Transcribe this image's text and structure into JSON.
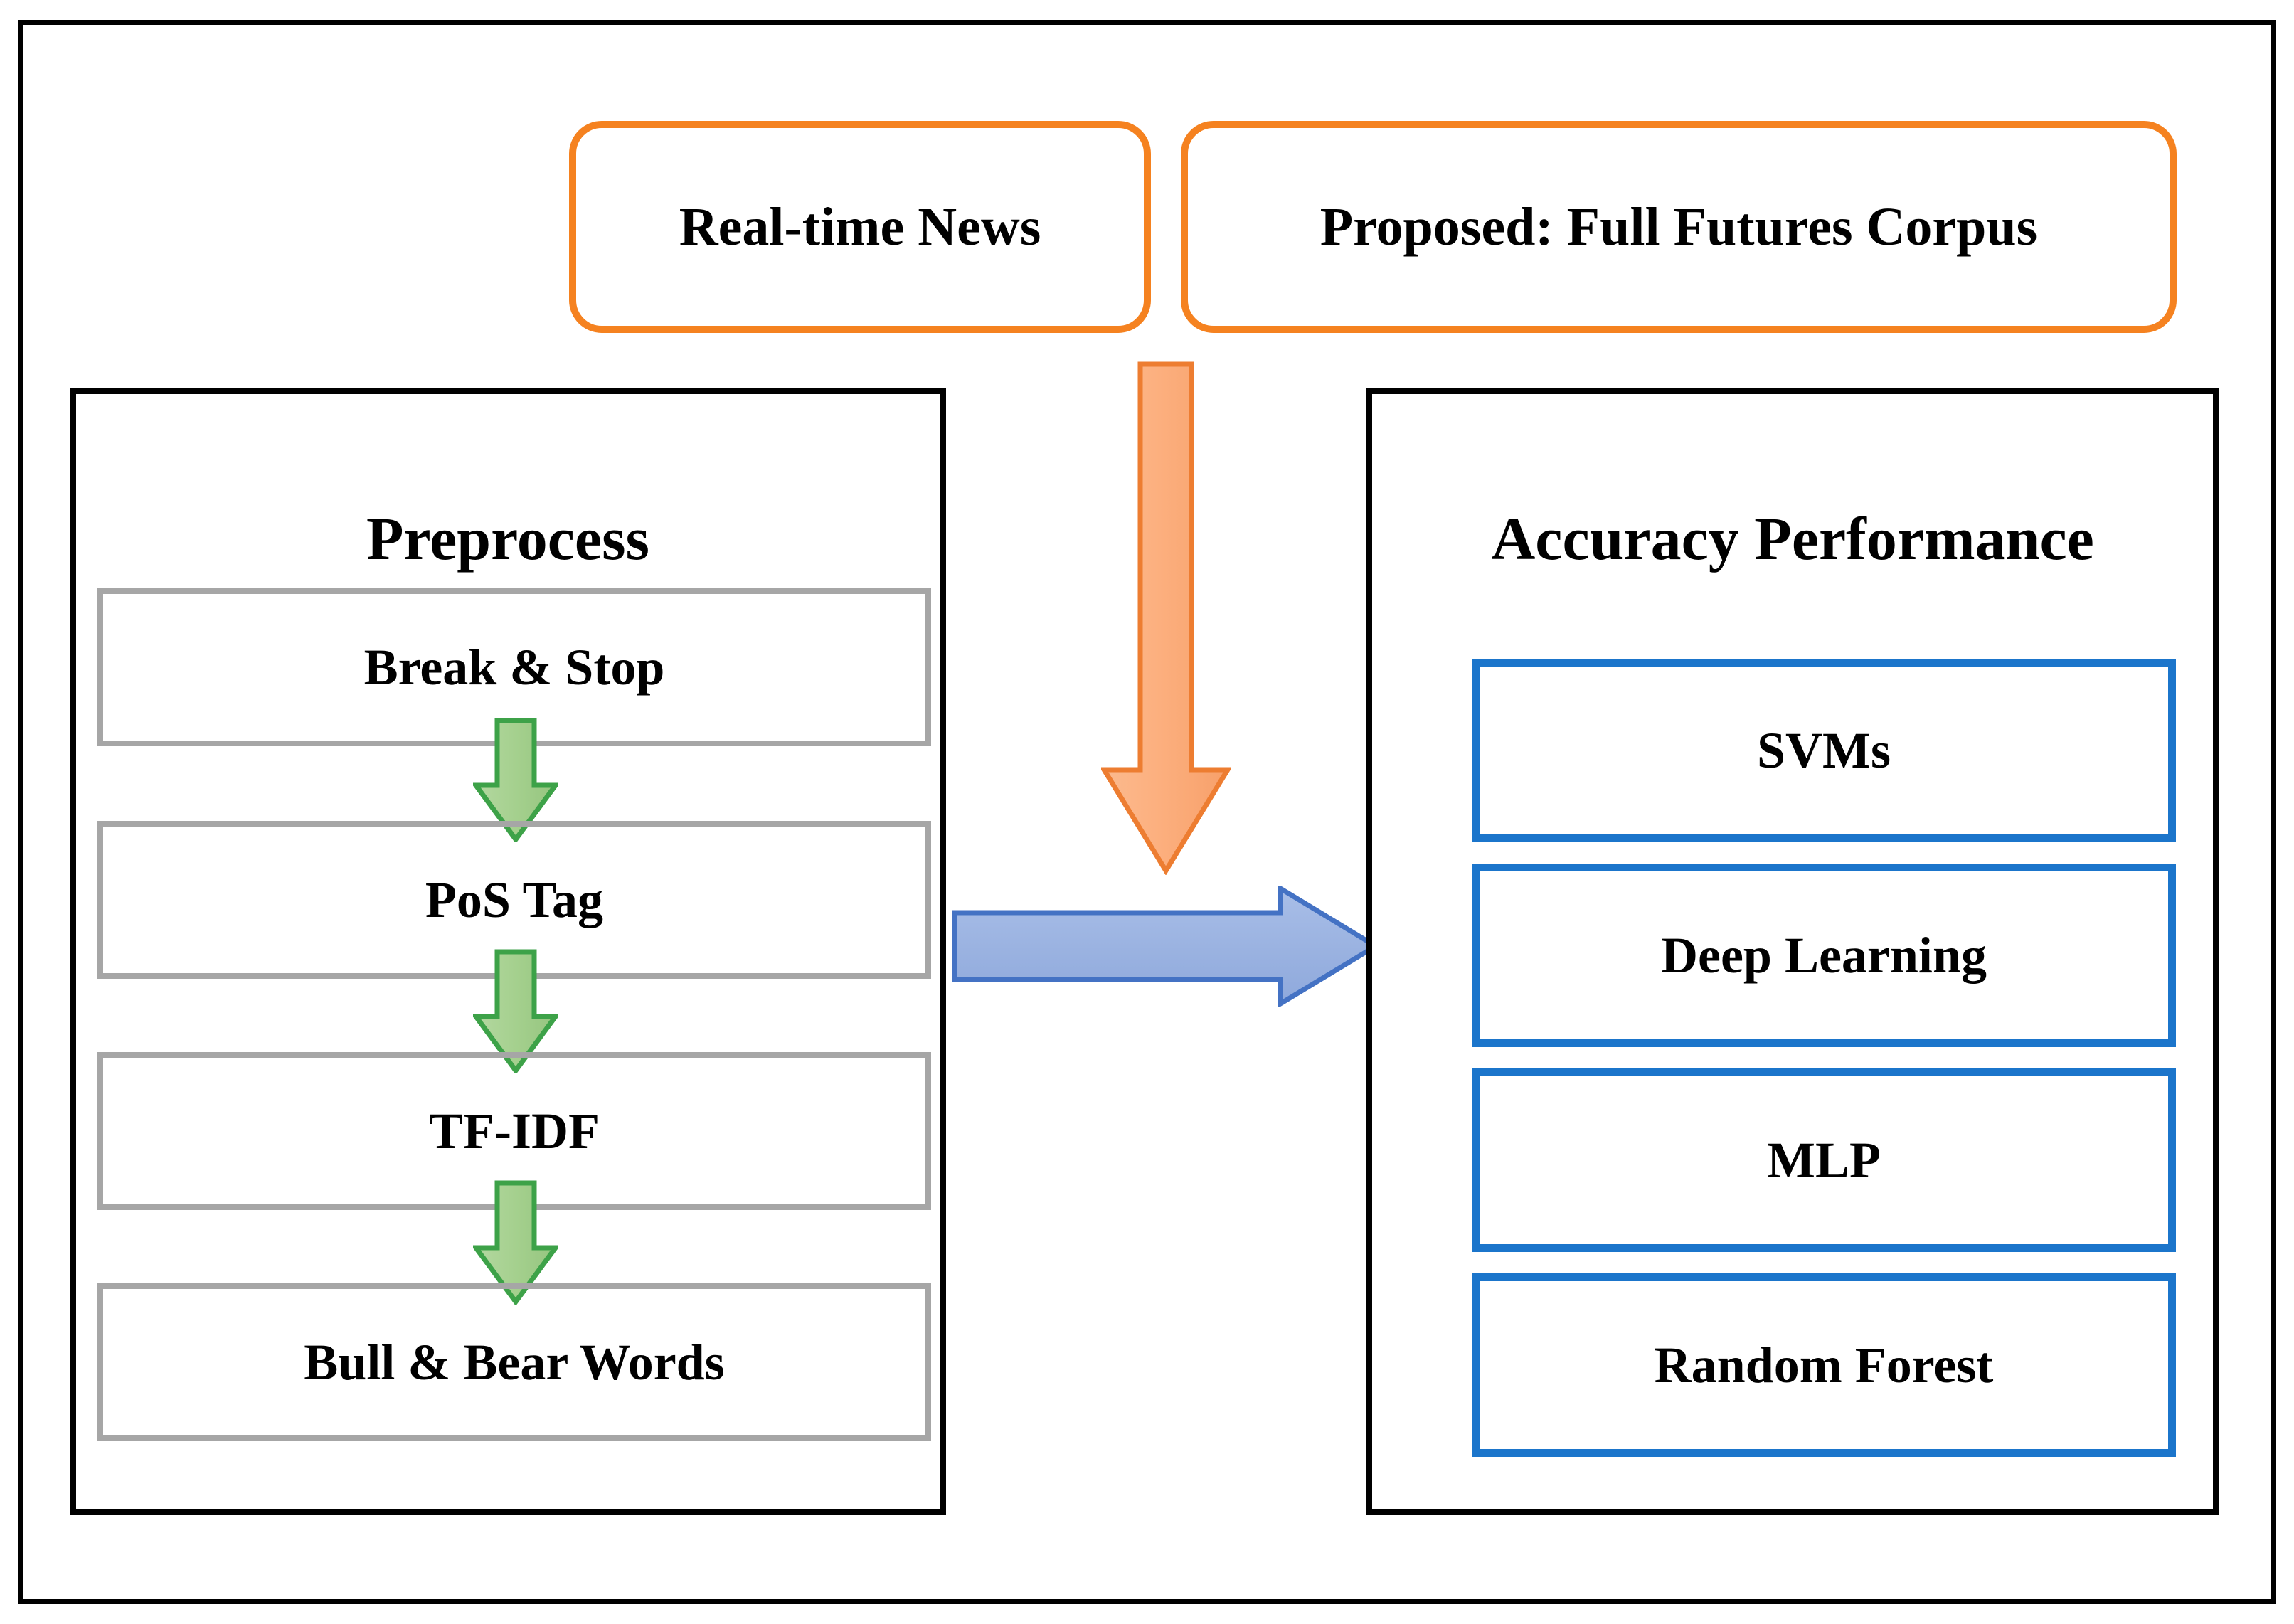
{
  "diagram": {
    "sources": [
      {
        "label": "Real-time News"
      },
      {
        "label": "Proposed: Full Futures Corpus"
      }
    ],
    "preprocess_panel": {
      "title": "Preprocess",
      "steps": [
        {
          "label": "Break & Stop"
        },
        {
          "label": "PoS Tag"
        },
        {
          "label": "TF-IDF"
        },
        {
          "label": "Bull & Bear Words"
        }
      ]
    },
    "accuracy_panel": {
      "title": "Accuracy Performance",
      "models": [
        {
          "label": "SVMs"
        },
        {
          "label": "Deep Learning"
        },
        {
          "label": "MLP"
        },
        {
          "label": "Random Forest"
        }
      ]
    },
    "connectors": {
      "orange_down_arrow": "corpus-to-models-arrow",
      "blue_right_arrow": "preprocess-to-accuracy-arrow",
      "green_step_arrows": [
        "break-stop-to-pos-tag-arrow",
        "pos-tag-to-tfidf-arrow",
        "tfidf-to-bull-bear-arrow"
      ]
    },
    "colors": {
      "source_border": "#F58220",
      "panel_border": "#000000",
      "step_border": "#A6A6A6",
      "model_border": "#1B75CB",
      "green_arrow_fill": "#A9D18E",
      "green_arrow_stroke": "#3DA248",
      "orange_arrow_fill": "#FBB183",
      "orange_arrow_stroke": "#ED7D31",
      "blue_arrow_fill": "#9DB7E3",
      "blue_arrow_stroke": "#4472C4",
      "text": "#000000",
      "background": "#FFFFFF"
    }
  }
}
